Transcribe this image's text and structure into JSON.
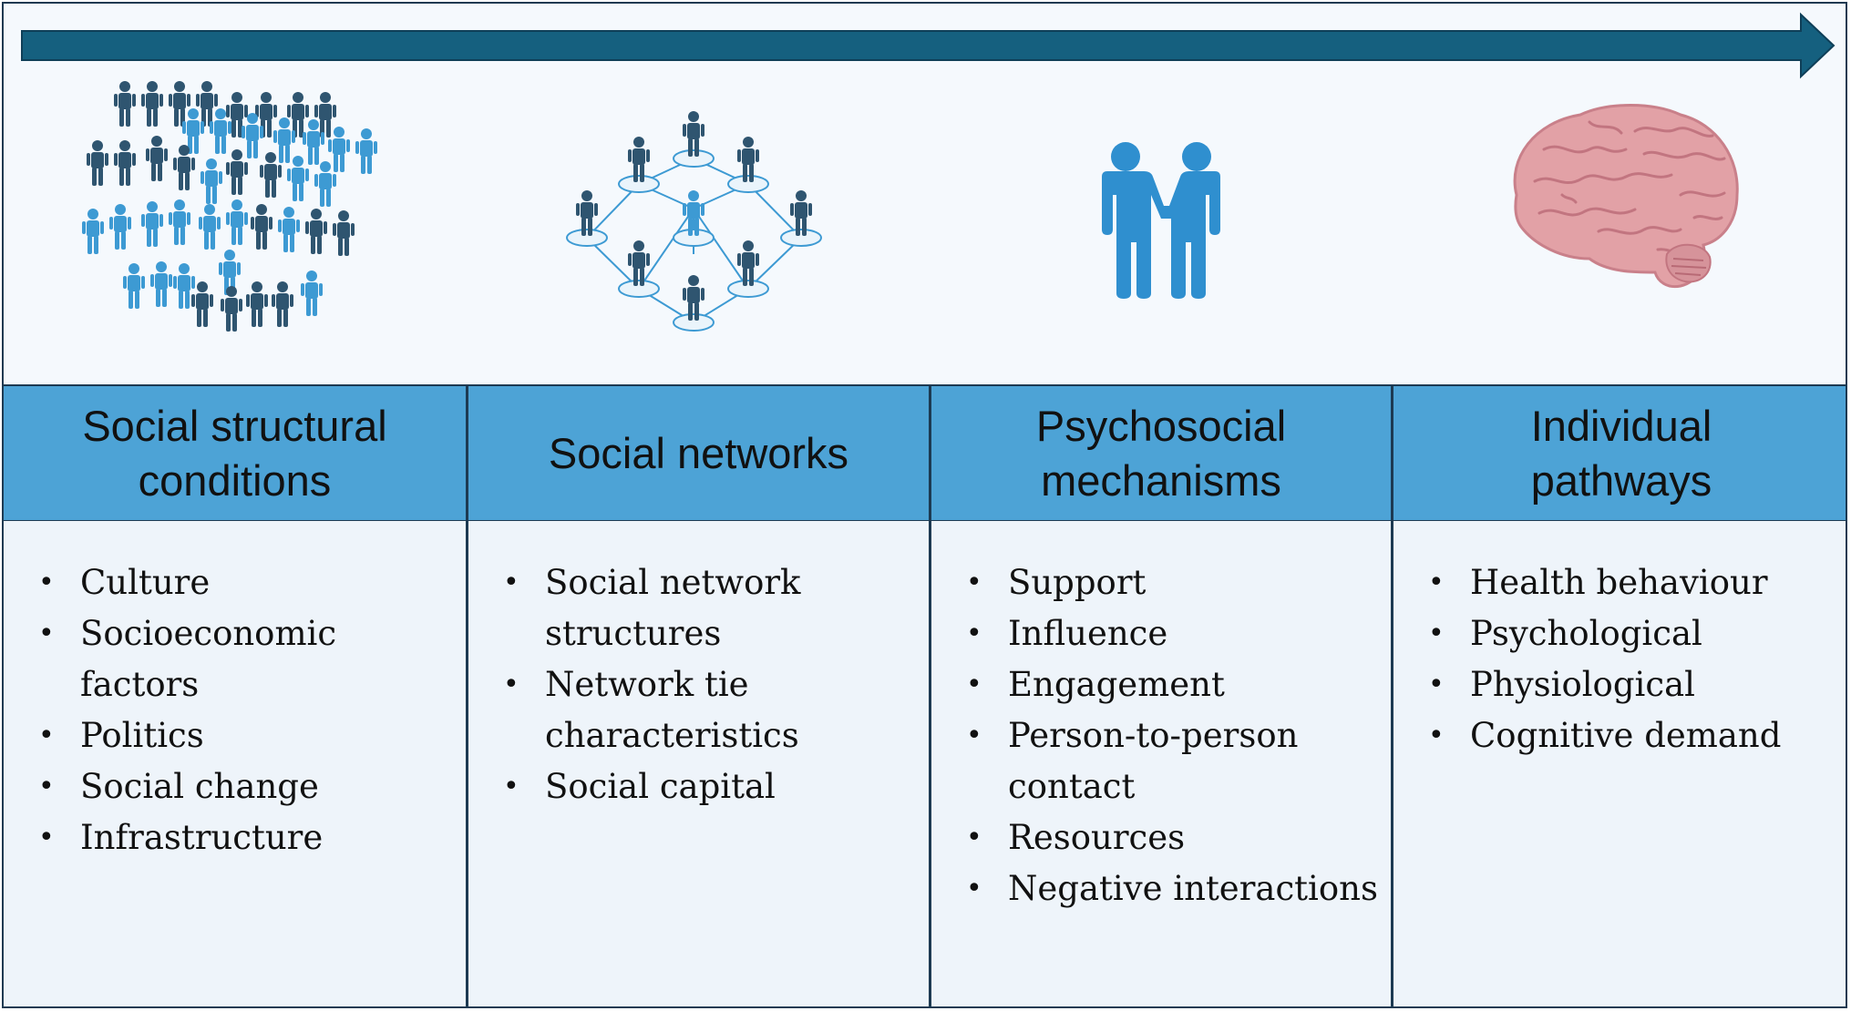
{
  "colors": {
    "arrow": "#15607f",
    "header_fill": "#4da3d6",
    "dark_figure": "#2f5570",
    "light_figure": "#3d9ad3",
    "brain": "#e2a1a6",
    "border": "#1d3a52"
  },
  "icons": [
    "crowd-icon",
    "network-icon",
    "pair-icon",
    "brain-icon"
  ],
  "columns": [
    {
      "header": "Social structural\nconditions",
      "items": [
        "Culture",
        "Socioeconomic factors",
        "Politics",
        "Social change",
        "Infrastructure"
      ]
    },
    {
      "header": "Social networks",
      "items": [
        "Social network structures",
        "Network tie characteristics",
        "Social capital"
      ]
    },
    {
      "header": "Psychosocial\nmechanisms",
      "items": [
        "Support",
        "Influence",
        "Engagement",
        "Person-to-person contact",
        "Resources",
        "Negative interactions"
      ]
    },
    {
      "header": "Individual\npathways",
      "items": [
        "Health behaviour",
        "Psychological",
        "Physiological",
        "Cognitive demand"
      ]
    }
  ]
}
